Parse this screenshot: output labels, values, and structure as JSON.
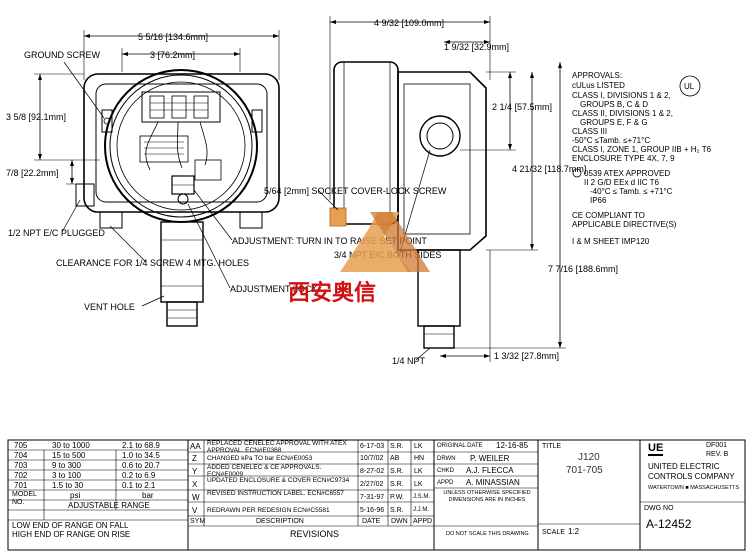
{
  "front_view": {
    "dim_width_overall": "5 5/16 [134.6mm]",
    "dim_width_inner": "3 [76.2mm]",
    "dim_height_upper": "3 5/8 [92.1mm]",
    "dim_height_lower": "7/8 [22.2mm]",
    "callouts": {
      "ground_screw": "GROUND SCREW",
      "npt_plugged": "1/2 NPT E/C PLUGGED",
      "clearance": "CLEARANCE FOR 1/4 SCREW 4 MTG. HOLES",
      "vent_hole": "VENT HOLE",
      "adjustment": "ADJUSTMENT: TURN IN TO RAISE SET POINT",
      "adjustment_lock": "ADJUSTMENT LOCK"
    }
  },
  "side_view": {
    "dim_width_overall": "4 9/32 [109.0mm]",
    "dim_offset_top": "1 9/32 [32.9mm]",
    "dim_height_mid": "2 1/4 [57.5mm]",
    "dim_height_body": "4 21/32 [118.7mm]",
    "dim_height_overall": "7 7/16 [188.6mm]",
    "dim_bottom_offset": "1 3/32 [27.8mm]",
    "callouts": {
      "socket_screw": "5/64 [2mm] SOCKET COVER-LOCK SCREW",
      "npt_both_sides": "3/4 NPT E/C BOTH SIDES",
      "npt_bottom": "1/4 NPT"
    }
  },
  "approvals": [
    "APPROVALS:",
    "cULus LISTED",
    "CLASS I, DIVISIONS 1 & 2,",
    "GROUPS B, C & D",
    "CLASS II, DIVISIONS 1 & 2,",
    "GROUPS E, F & G",
    "CLASS III",
    "-50°C ≤Tamb. ≤+71°C",
    "CLASS I, ZONE 1, GROUP IIB + H₂ T6",
    "ENCLOSURE TYPE 4X, 7, 9",
    "",
    "0539 ATEX APPROVED",
    "II 2 G/D EEx d IIC T6",
    "-40°C ≤ Tamb. ≤ +71°C",
    "IP66",
    "",
    "CE COMPLIANT TO",
    "APPLICABLE DIRECTIVE(S)",
    "",
    "I & M SHEET IMP120"
  ],
  "watermark": "西安奥信",
  "range_table": {
    "rows": [
      {
        "model": "705",
        "psi": "30 to 1000",
        "bar": "2.1 to 68.9"
      },
      {
        "model": "704",
        "psi": "15 to 500",
        "bar": "1.0 to 34.5"
      },
      {
        "model": "703",
        "psi": "9 to 300",
        "bar": "0.6 to 20.7"
      },
      {
        "model": "702",
        "psi": "3 to 100",
        "bar": "0.2 to 6.9"
      },
      {
        "model": "701",
        "psi": "1.5 to 30",
        "bar": "0.1 to 2.1"
      }
    ],
    "header_model": "MODEL NO.",
    "header_psi": "psi",
    "header_bar": "bar",
    "header_range": "ADJUSTABLE RANGE",
    "note1": "LOW END OF RANGE ON FALL",
    "note2": "HIGH END OF RANGE ON RISE"
  },
  "revisions": {
    "rows": [
      {
        "sym": "AA",
        "desc": "REPLACED CENELEC APPROVAL WITH ATEX APPROVAL. ECN#E0368",
        "date": "6-17-03",
        "dwn": "S.R.",
        "appd": "LK"
      },
      {
        "sym": "Z",
        "desc": "CHANGED kPa TO bar ECN#E0053",
        "date": "10/7/02",
        "dwn": "AB",
        "appd": "HN"
      },
      {
        "sym": "Y",
        "desc": "ADDED CENELEC & CE APPROVALS. ECN#E0009",
        "date": "8-27-02",
        "dwn": "S.R.",
        "appd": "LK"
      },
      {
        "sym": "X",
        "desc": "UPDATED ENCLOSURE & COVER ECN#C9734",
        "date": "2/27/02",
        "dwn": "S.R.",
        "appd": "LK"
      },
      {
        "sym": "W",
        "desc": "REVISED INSTRUCTION LABEL. ECN#C6557",
        "date": "7-31-97",
        "dwn": "P.W.",
        "appd": "J.S.M."
      },
      {
        "sym": "V",
        "desc": "REDRAWN PER REDESIGN ECN#C5581",
        "date": "5-16-96",
        "dwn": "S.R.",
        "appd": "J.J.M."
      }
    ],
    "header_sym": "SYM",
    "header_desc": "DESCRIPTION",
    "header_date": "DATE",
    "header_dwn": "DWN",
    "header_appd": "APPD",
    "footer": "REVISIONS"
  },
  "title_block": {
    "original_date_label": "ORIGINAL DATE",
    "original_date": "12-16-85",
    "drwn_label": "DRWN",
    "drwn": "P. WEILER",
    "chkd_label": "CHKD",
    "chkd": "A.J. FLECCA",
    "appd_label": "APPD",
    "appd": "A. MINASSIAN",
    "tolerance_note": "UNLESS OTHERWISE SPECIFIED DIMENSIONS ARE IN INCHES",
    "scale_note": "DO NOT SCALE THIS DRAWING",
    "title_label": "TITLE",
    "title_line1": "J120",
    "title_line2": "701-705",
    "scale_label": "SCALE",
    "scale": "1:2",
    "logo": "UE",
    "company1": "UNITED ELECTRIC",
    "company2": "CONTROLS COMPANY",
    "company3": "WATERTOWN ■ MASSACHUSETTS",
    "df_number": "DF001",
    "rev": "REV. B",
    "dwg_label": "DWG NO",
    "dwg_no": "A-12452"
  }
}
